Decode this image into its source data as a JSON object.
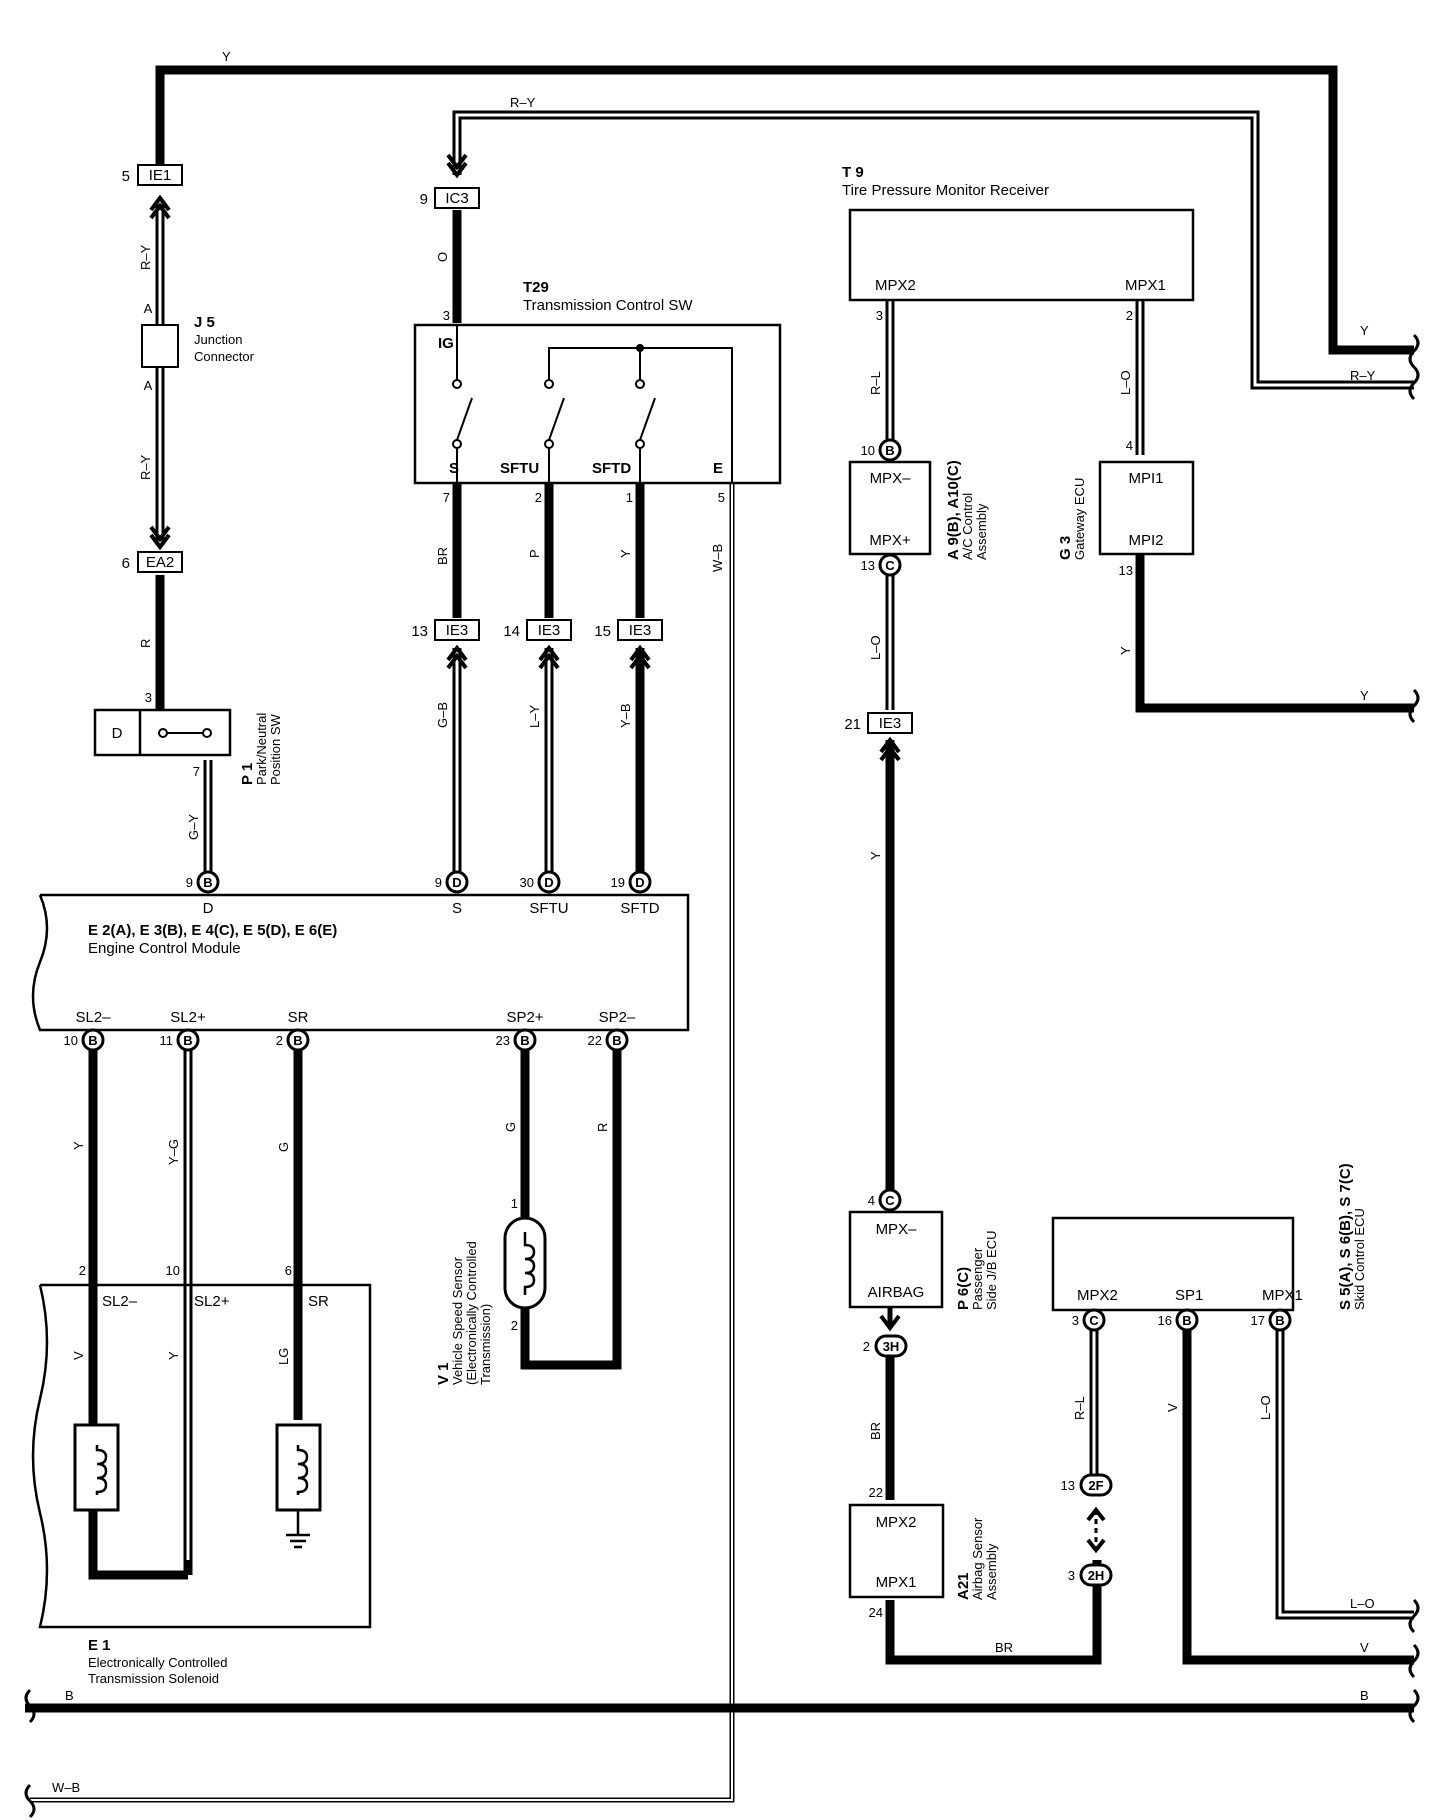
{
  "wires": {
    "y_top": "Y",
    "ry_top": "R–Y",
    "ry_j5_top": "R–Y",
    "ry_j5_bot": "R–Y",
    "r_ea2": "R",
    "gy_p1": "G–Y",
    "o_ic3": "O",
    "br_t29": "BR",
    "p_t29": "P",
    "y_t29": "Y",
    "wb_t29": "W–B",
    "gb": "G–B",
    "ly": "L–Y",
    "yb": "Y–B",
    "y_sl2m": "Y",
    "yg_sl2p": "Y–G",
    "g_sr": "G",
    "g_sp2p": "G",
    "r_sp2m": "R",
    "v_e1": "V",
    "y_e1": "Y",
    "lg_e1": "LG",
    "rl_t9": "R–L",
    "lo_t9": "L–O",
    "lo_a9": "L–O",
    "y_ie3": "Y",
    "y_g3": "Y",
    "br_p6": "BR",
    "br_a21": "BR",
    "rl_s5": "R–L",
    "v_s5": "V",
    "lo_s5": "L–O",
    "right_y1": "Y",
    "right_ry": "R–Y",
    "right_y2": "Y",
    "right_lo": "L–O",
    "right_v": "V",
    "right_b": "B",
    "b_left": "B",
    "wb_bottom": "W–B"
  },
  "connectors": {
    "ie1": "IE1",
    "ic3": "IC3",
    "ea2": "EA2",
    "ie3": "IE3",
    "ie3_21": "IE3",
    "pin_ie1": "5",
    "pin_ic3": "9",
    "pin_ea2": "6",
    "pin_ie3_13": "13",
    "pin_ie3_14": "14",
    "pin_ie3_15": "15",
    "pin_ie3_21": "21",
    "j5_a1": "A",
    "j5_a2": "A",
    "p1_pin3": "3",
    "p1_pin7": "7"
  },
  "components": {
    "j5": {
      "id": "J 5",
      "name1": "Junction",
      "name2": "Connector"
    },
    "p1": {
      "id": "P 1",
      "name1": "Park/Neutral",
      "name2": "Position SW",
      "d": "D"
    },
    "t29": {
      "id": "T29",
      "name": "Transmission Control SW",
      "ig": "IG",
      "s": "S",
      "sftu": "SFTU",
      "sftd": "SFTD",
      "e": "E",
      "p3": "3",
      "p7": "7",
      "p2": "2",
      "p1": "1",
      "p5": "5"
    },
    "t9": {
      "id": "T 9",
      "name": "Tire Pressure Monitor Receiver",
      "mpx2": "MPX2",
      "mpx1": "MPX1",
      "p3": "3",
      "p2": "2"
    },
    "a9": {
      "id": "A 9(B), A10(C)",
      "name1": "A/C Control",
      "name2": "Assembly",
      "mpxm": "MPX–",
      "mpxp": "MPX+",
      "p10": "10",
      "p13": "13",
      "c10": "B",
      "c13": "C"
    },
    "g3": {
      "id": "G 3",
      "name": "Gateway ECU",
      "mpi1": "MPI1",
      "mpi2": "MPI2",
      "p4": "4",
      "p13": "13"
    },
    "ecm": {
      "id": "E 2(A), E 3(B), E 4(C), E 5(D), E 6(E)",
      "name": "Engine Control Module",
      "d": "D",
      "s": "S",
      "sftu": "SFTU",
      "sftd": "SFTD",
      "sl2m": "SL2–",
      "sl2p": "SL2+",
      "sr": "SR",
      "sp2p": "SP2+",
      "sp2m": "SP2–",
      "p9b": "9",
      "p9d": "9",
      "p30": "30",
      "p19": "19",
      "p10": "10",
      "p11": "11",
      "p2": "2",
      "p23": "23",
      "p22": "22",
      "cb": "B",
      "cd": "D"
    },
    "e1": {
      "id": "E 1",
      "name1": "Electronically Controlled",
      "name2": "Transmission Solenoid",
      "sl2m": "SL2–",
      "sl2p": "SL2+",
      "sr": "SR",
      "p2": "2",
      "p10": "10",
      "p6": "6"
    },
    "v1": {
      "id": "V 1",
      "name1": "Vehicle Speed Sensor",
      "name2": "(Electronically Controlled",
      "name3": "Transmission)",
      "p1": "1",
      "p2": "2"
    },
    "p6": {
      "id": "P 6(C)",
      "name1": "Passenger",
      "name2": "Side J/B ECU",
      "mpxm": "MPX–",
      "airbag": "AIRBAG",
      "p4": "4",
      "c4": "C",
      "p2": "2",
      "c2": "3H"
    },
    "a21": {
      "id": "A21",
      "name1": "Airbag Sensor",
      "name2": "Assembly",
      "mpx2": "MPX2",
      "mpx1": "MPX1",
      "p22": "22",
      "p24": "24"
    },
    "s5": {
      "id": "S 5(A), S 6(B), S 7(C)",
      "name": "Skid Control ECU",
      "mpx2": "MPX2",
      "sp1": "SP1",
      "mpx1": "MPX1",
      "p3": "3",
      "p16": "16",
      "p17": "17",
      "c3": "C",
      "c16": "B",
      "c17": "B"
    },
    "j2f": {
      "label": "2F",
      "pin": "13"
    },
    "j2h": {
      "label": "2H",
      "pin": "3"
    }
  }
}
